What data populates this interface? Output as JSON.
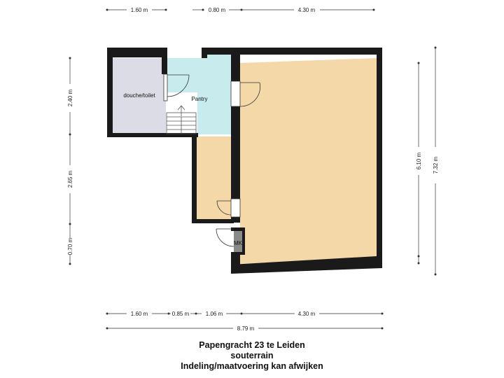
{
  "rooms": {
    "douche": "douche/toilet",
    "pantry": "Pantry",
    "mk": "MK"
  },
  "dimensions": {
    "top_1": "1.60 m",
    "top_2": "0.80 m",
    "top_3": "4.30 m",
    "bottom_1": "1.60 m",
    "bottom_2": "0.85 m",
    "bottom_3": "1.06 m",
    "bottom_4": "4.30 m",
    "total": "8.79 m",
    "left_1": "2.40 m",
    "left_2": "2.65 m",
    "left_3": "0.70 m",
    "right_inner": "6.10 m",
    "right_outer": "7.32 m"
  },
  "caption": {
    "line1": "Papengracht 23 te Leiden",
    "line2": "souterrain",
    "line3": "Indeling/maatvoering kan afwijken"
  },
  "colors": {
    "main_room": "#f4d8a8",
    "pantry": "#c8ecee",
    "douche": "#dcdce6",
    "wall": "#1a1a1a",
    "mk": "#8a8a8a"
  }
}
